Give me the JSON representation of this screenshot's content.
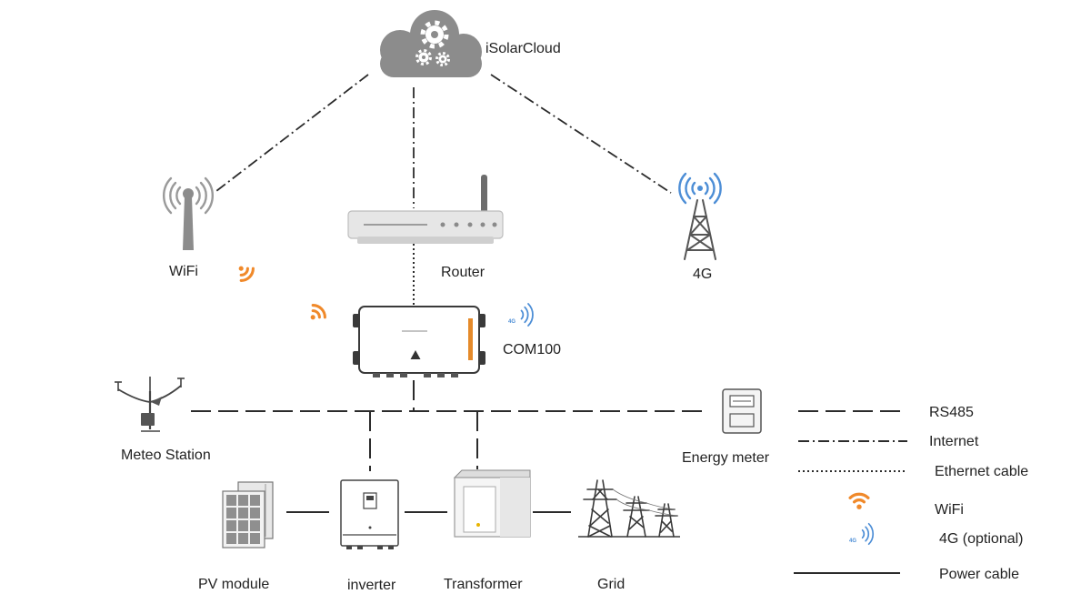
{
  "nodes": {
    "cloud": {
      "label": "iSolarCloud",
      "icon": "cloud-gear-icon"
    },
    "wifi": {
      "label": "WiFi",
      "icon": "antenna-icon"
    },
    "router": {
      "label": "Router",
      "icon": "router-icon"
    },
    "fourg": {
      "label": "4G",
      "icon": "cell-tower-icon"
    },
    "com100": {
      "label": "COM100",
      "icon": "com100-device-icon"
    },
    "meteo": {
      "label": "Meteo Station",
      "icon": "weather-station-icon"
    },
    "energy_meter": {
      "label": "Energy meter",
      "icon": "energy-meter-icon"
    },
    "pv": {
      "label": "PV module",
      "icon": "solar-panel-icon"
    },
    "inverter": {
      "label": "inverter",
      "icon": "inverter-icon"
    },
    "transformer": {
      "label": "Transformer",
      "icon": "transformer-icon"
    },
    "grid": {
      "label": "Grid",
      "icon": "power-pylon-icon"
    }
  },
  "badges": {
    "fourg": "4G"
  },
  "legend": [
    {
      "label": "RS485",
      "symbol": "dashed-line"
    },
    {
      "label": "Internet",
      "symbol": "dash-dot-line"
    },
    {
      "label": "Ethernet cable",
      "symbol": "dotted-line"
    },
    {
      "label": "WiFi",
      "symbol": "wifi-icon"
    },
    {
      "label": "4G (optional)",
      "symbol": "4g-signal-icon"
    },
    {
      "label": "Power cable",
      "symbol": "solid-line"
    }
  ],
  "colors": {
    "wifi": "#f0892a",
    "fourg": "#4d8ed6",
    "line": "#2b2b2b",
    "device_gray": "#8c8c8c",
    "inverter_accent": "#e58a2a"
  }
}
